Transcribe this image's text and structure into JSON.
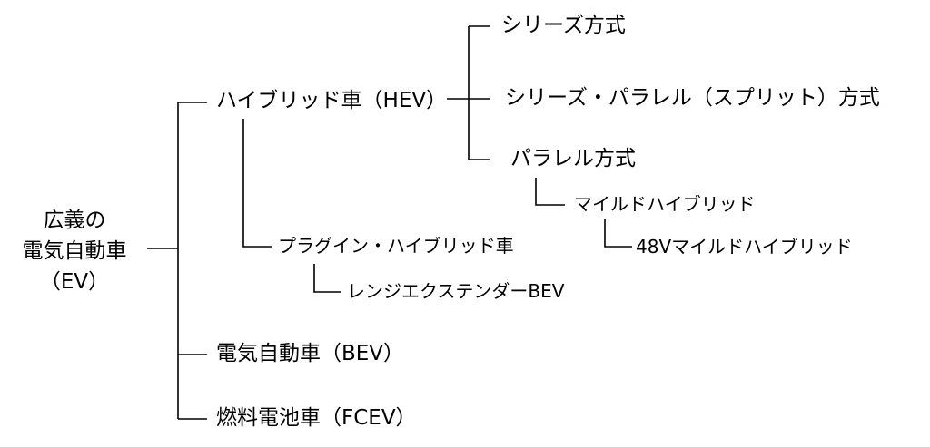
{
  "root": {
    "line1": "広義の",
    "line2": "電気自動車",
    "line3": "（EV）"
  },
  "nodes": {
    "hev": "ハイブリッド車（HEV）",
    "series": "シリーズ方式",
    "series_parallel": "シリーズ・パラレル（スプリット）方式",
    "parallel": "パラレル方式",
    "mild_hybrid": "マイルドハイブリッド",
    "mild_hybrid_48v": "48Vマイルドハイブリッド",
    "phev": "プラグイン・ハイブリッド車",
    "range_extender": "レンジエクステンダーBEV",
    "bev": "電気自動車（BEV）",
    "fcev": "燃料電池車（FCEV）"
  },
  "colors": {
    "line": "#000000",
    "text": "#000000",
    "background": "#ffffff"
  }
}
